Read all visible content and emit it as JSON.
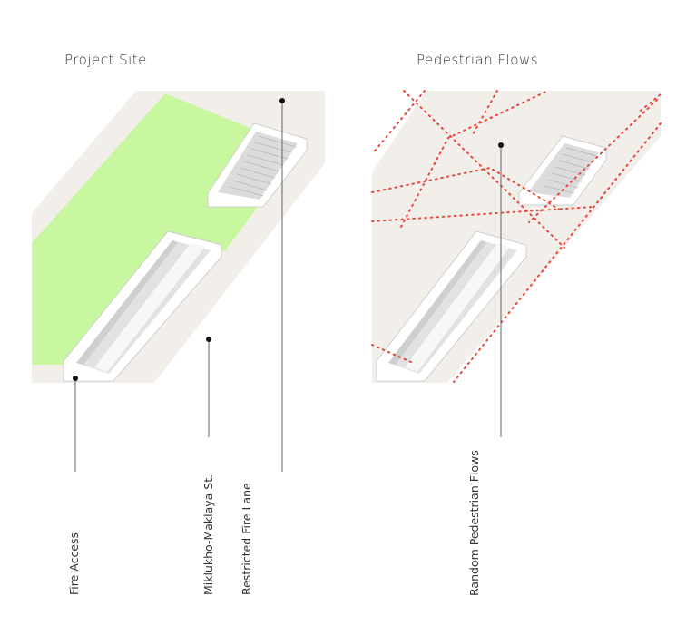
{
  "panels": {
    "left": {
      "title": "Project Site",
      "labels": {
        "fire_access": "Fire Access",
        "street": "Miklukho-Maklaya St.",
        "restricted_lane": "Restricted Fire Lane"
      }
    },
    "right": {
      "title": "Pedestrian Flows",
      "labels": {
        "random_flows": "Random Pedestrian Flows"
      }
    }
  },
  "colors": {
    "ground": "#f2efeb",
    "fire_lane": "#c8f7a0",
    "pedestrian_flow": "#e8473c",
    "structure": "#ffffff",
    "structure_shadow": "#d8d8d8",
    "leader_line": "#666666"
  }
}
